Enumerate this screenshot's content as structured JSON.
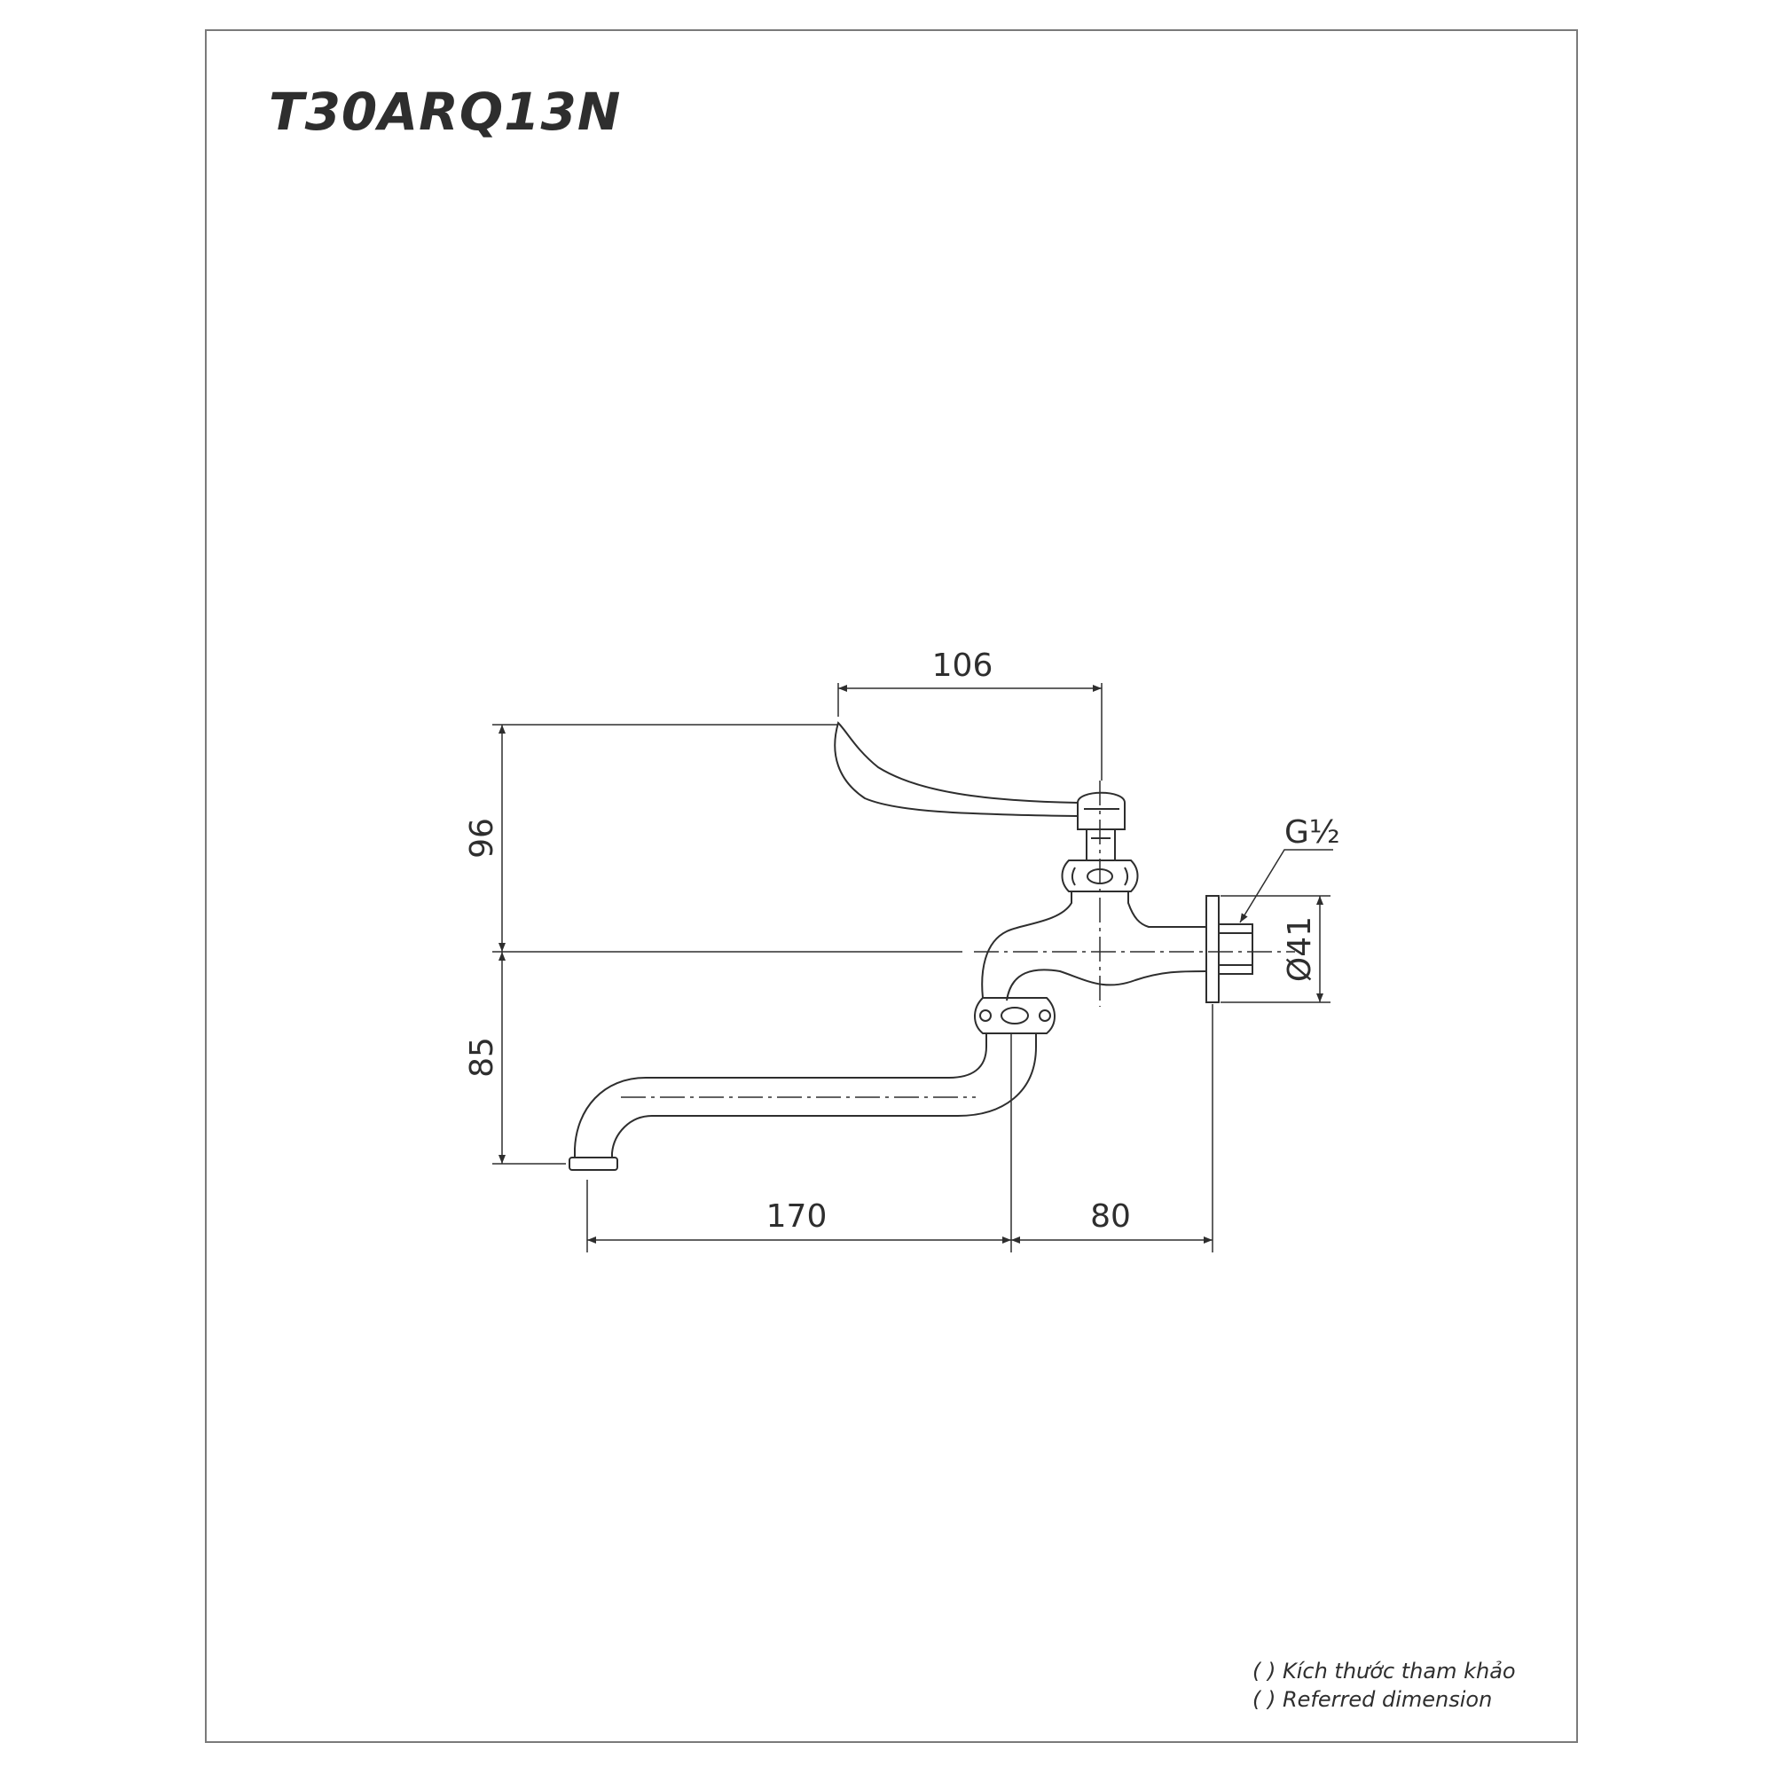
{
  "header": {
    "model_code": "T30ARQ13N"
  },
  "dimensions": {
    "handle_width": "106",
    "handle_height": "96",
    "spout_drop": "85",
    "spout_reach": "170",
    "wall_offset": "80",
    "flange_diameter": "Ø41",
    "thread": "G½"
  },
  "notes": {
    "line_vi": "( ) Kích thước tham khảo",
    "line_en": "( ) Referred dimension"
  },
  "colors": {
    "line": "#2e2e2e",
    "frame": "#7a7a7a",
    "background": "#ffffff"
  }
}
